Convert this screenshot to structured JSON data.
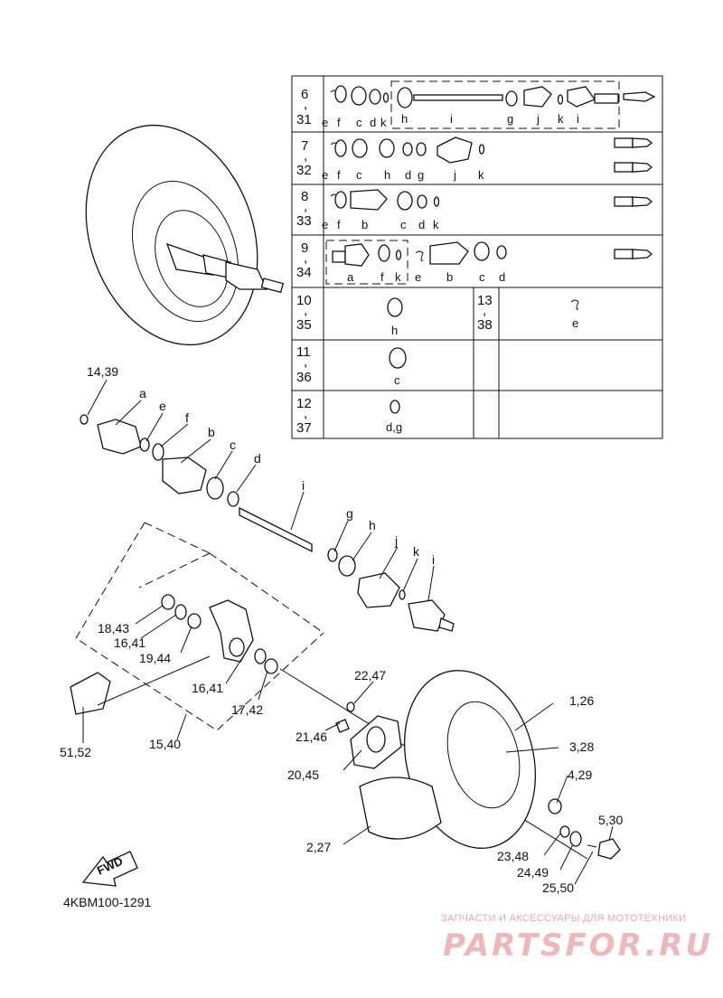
{
  "diagram_code": "4KBM100-1291",
  "direction_marker": "FWD",
  "watermark": {
    "tagline": "ЗАПЧАСТИ И АКСЕССУАРЫ ДЛЯ МОТОТЕХНИКИ",
    "brand": "PARTSFOR.RU"
  },
  "kit_table": {
    "rows": [
      {
        "ref": "6\n,\n31",
        "ref_a": "6",
        "ref_b": "31",
        "components": [
          "e",
          "f",
          "c",
          "d",
          "k",
          "h",
          "i",
          "g",
          "j",
          "k",
          "i"
        ]
      },
      {
        "ref_a": "7",
        "ref_b": "32",
        "components": [
          "e",
          "f",
          "c",
          "h",
          "d",
          "g",
          "j",
          "k"
        ]
      },
      {
        "ref_a": "8",
        "ref_b": "33",
        "components": [
          "e",
          "f",
          "b",
          "c",
          "d",
          "k"
        ]
      },
      {
        "ref_a": "9",
        "ref_b": "34",
        "components": [
          "a",
          "f",
          "k",
          "e",
          "b",
          "c",
          "d"
        ]
      },
      {
        "ref_a": "10",
        "ref_b": "35",
        "components": [
          "h"
        ],
        "side_ref_a": "13",
        "side_ref_b": "38",
        "side_components": [
          "e"
        ]
      },
      {
        "ref_a": "11",
        "ref_b": "36",
        "components": [
          "c"
        ]
      },
      {
        "ref_a": "12",
        "ref_b": "37",
        "components": [
          "d,g"
        ]
      }
    ]
  },
  "callouts": {
    "c14_39": "14,39",
    "a": "a",
    "e": "e",
    "f": "f",
    "b": "b",
    "c": "c",
    "d": "d",
    "i": "i",
    "g": "g",
    "h": "h",
    "j": "j",
    "k": "k",
    "i2": "i",
    "c18_43": "18,43",
    "c16_41a": "16,41",
    "c19_44": "19,44",
    "c16_41b": "16,41",
    "c17_42": "17,42",
    "c15_40": "15,40",
    "c51_52": "51,52",
    "c22_47": "22,47",
    "c21_46": "21,46",
    "c20_45": "20,45",
    "c1_26": "1,26",
    "c3_28": "3,28",
    "c4_29": "4,29",
    "c5_30": "5,30",
    "c2_27": "2,27",
    "c23_48": "23,48",
    "c24_49": "24,49",
    "c25_50": "25,50"
  }
}
